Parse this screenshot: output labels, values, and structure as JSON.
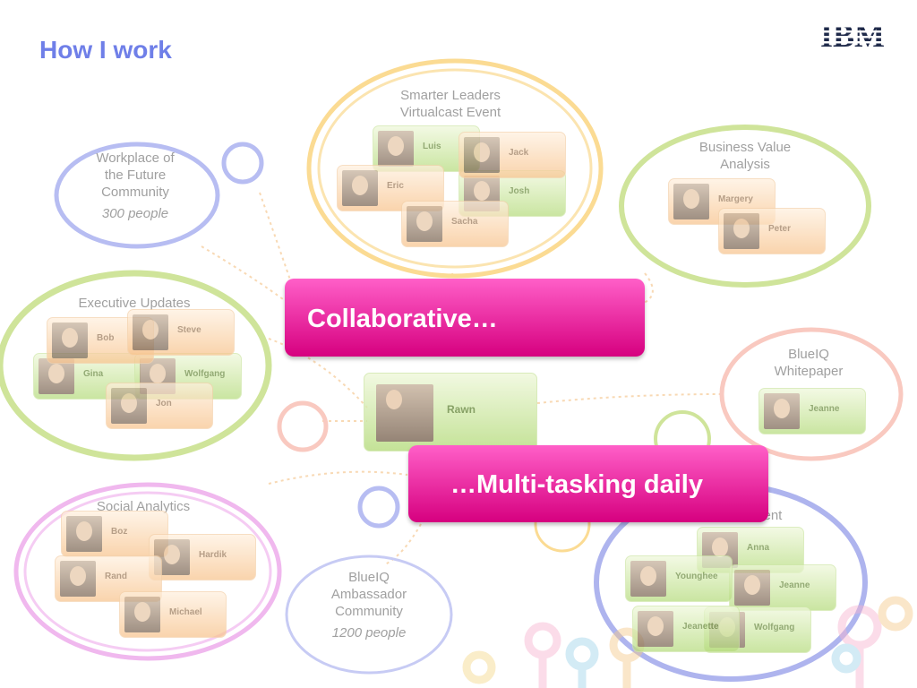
{
  "slide": {
    "title": "How I work",
    "logo_text": "IBM"
  },
  "banners": {
    "collaborative": "Collaborative…",
    "multitasking": "…Multi-tasking daily"
  },
  "center": {
    "name": "Rawn"
  },
  "groups": {
    "workplace": {
      "label_lines": [
        "Workplace of",
        "the Future",
        "Community"
      ],
      "subtext": "300 people"
    },
    "smarter_leaders": {
      "label_lines": [
        "Smarter Leaders",
        "Virtualcast Event"
      ],
      "members": [
        "Luis",
        "Jack",
        "Eric",
        "Josh",
        "Sacha"
      ]
    },
    "business_value": {
      "label_lines": [
        "Business Value",
        "Analysis"
      ],
      "members": [
        "Margery",
        "Peter"
      ]
    },
    "executive_updates": {
      "label": "Executive Updates",
      "members": [
        "Bob",
        "Steve",
        "Gina",
        "Wolfgang",
        "Jon"
      ]
    },
    "blueiq_whitepaper": {
      "label_lines": [
        "BlueIQ",
        "Whitepaper"
      ],
      "members": [
        "Jeanne"
      ]
    },
    "social_analytics": {
      "label": "Social Analytics",
      "members": [
        "Boz",
        "Hardik",
        "Rand",
        "Michael"
      ]
    },
    "blueiq_ambassador": {
      "label_lines": [
        "BlueIQ",
        "Ambassador",
        "Community"
      ],
      "subtext": "1200 people"
    },
    "development": {
      "label_fragment": "ment",
      "members": [
        "Anna",
        "Younghee",
        "Jeanne",
        "Jeanette",
        "Wolfgang"
      ]
    }
  },
  "colors": {
    "title": "#6f7fe8",
    "banner": "#e0158f",
    "ring_blue": "#b7bdf2",
    "ring_green": "#cfe49a",
    "ring_yellow": "#fbdb93",
    "ring_pink": "#f0b8ee",
    "ring_salmon": "#f9c9c0"
  }
}
